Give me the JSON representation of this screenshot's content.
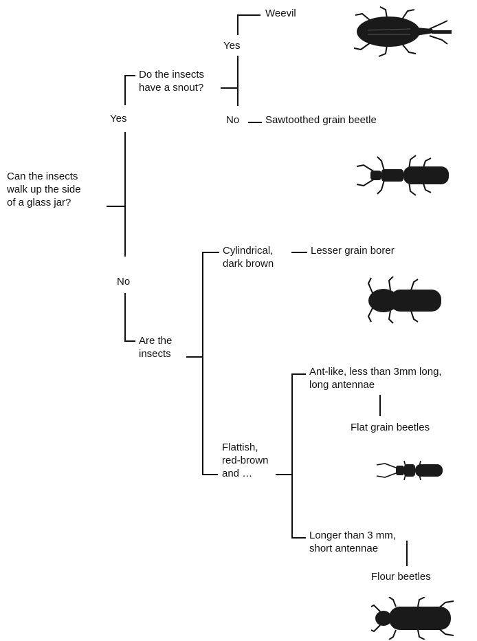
{
  "question_root": "Can the insects\nwalk up the side\nof a glass jar?",
  "branch_yes": "Yes",
  "branch_no": "No",
  "question_snout": "Do the insects\nhave a snout?",
  "snout_yes": "Yes",
  "snout_no": "No",
  "result_weevil": "Weevil",
  "result_sawtoothed": "Sawtoothed grain beetle",
  "question_are": "Are the\ninsects",
  "option_cylindrical": "Cylindrical,\ndark brown",
  "result_lesser": "Lesser grain borer",
  "option_flattish": "Flattish,\nred-brown\nand …",
  "option_antlike": "Ant-like, less than 3mm long,\nlong antennae",
  "result_flat": "Flat grain beetles",
  "option_longer": "Longer than 3 mm,\nshort antennae",
  "result_flour": "Flour beetles",
  "insect_icons": [
    "weevil-icon",
    "sawtoothed-grain-beetle-icon",
    "lesser-grain-borer-icon",
    "flat-grain-beetle-icon",
    "flour-beetle-icon"
  ]
}
